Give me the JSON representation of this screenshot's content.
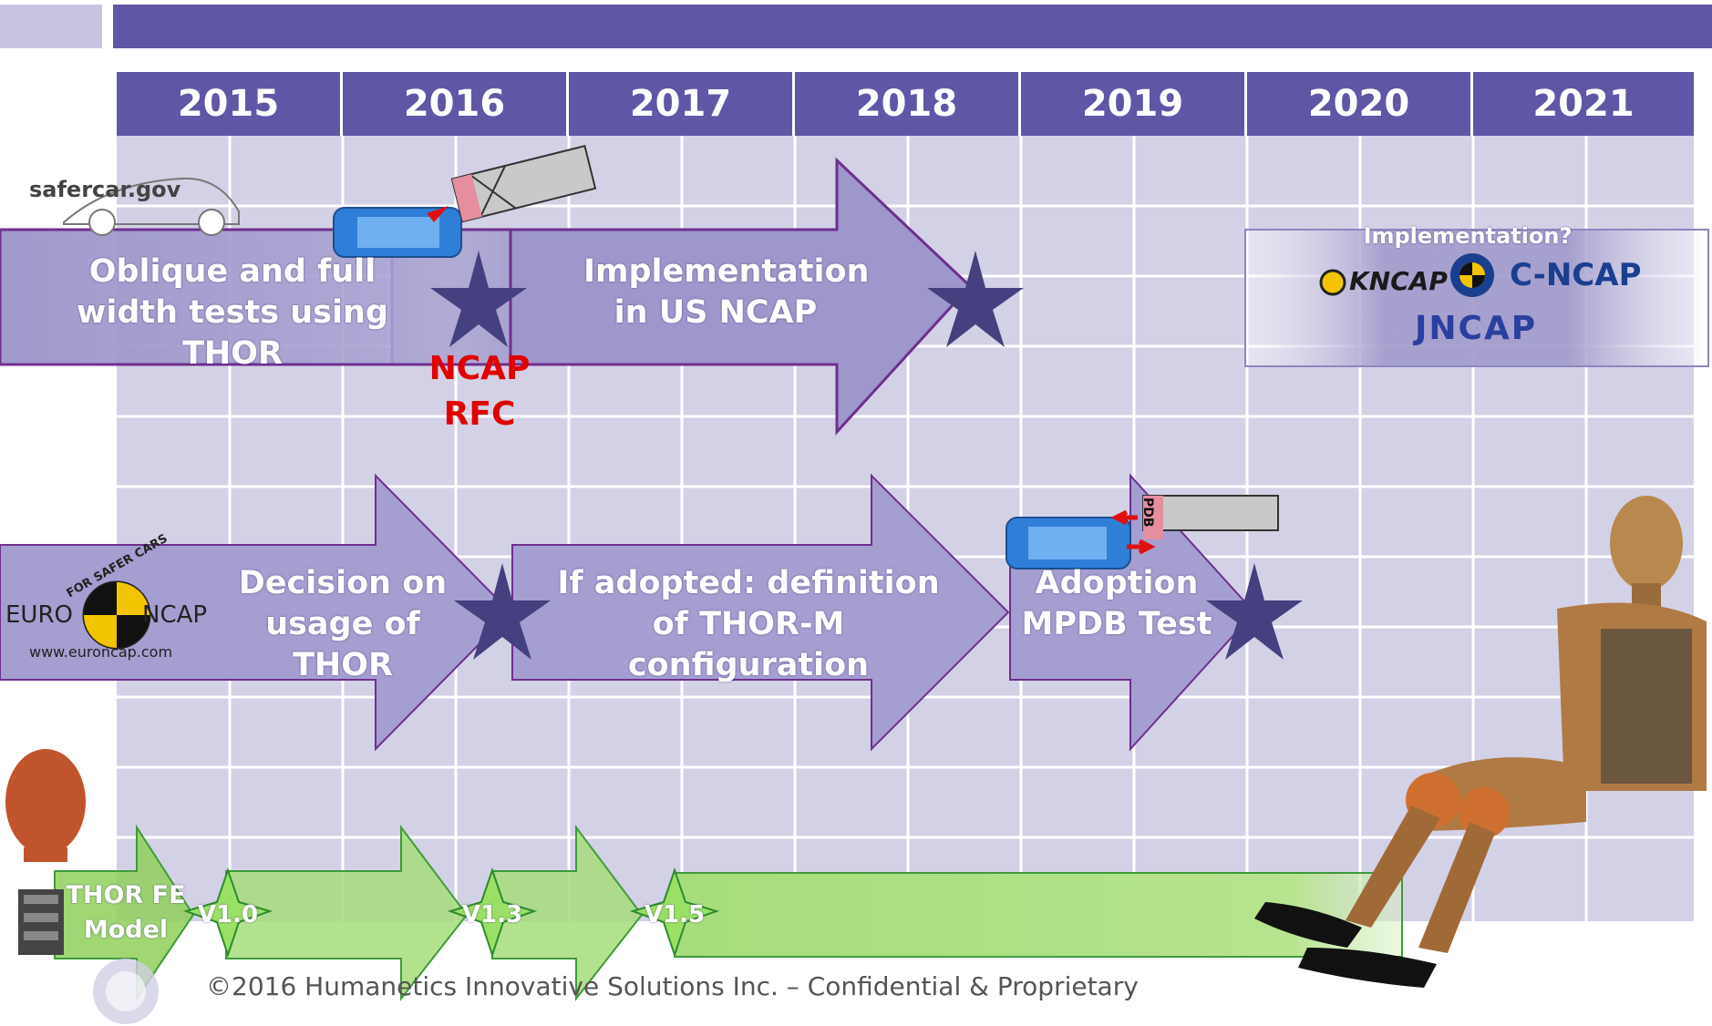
{
  "timeline": {
    "years": [
      "2015",
      "2016",
      "2017",
      "2018",
      "2019",
      "2020",
      "2021"
    ]
  },
  "us_track": {
    "logo_text": "safercar.gov",
    "arrow1_label": "Oblique and full width tests using THOR",
    "milestone_label": "NCAP RFC",
    "arrow2_label": "Implementation in US NCAP"
  },
  "asia_track": {
    "header": "Implementation?",
    "logos": [
      "KNCAP",
      "C-NCAP",
      "JNCAP"
    ]
  },
  "euro_track": {
    "logo_text_left": "EURO",
    "logo_text_right": "NCAP",
    "logo_arc": "FOR SAFER CARS",
    "logo_url": "www.euroncap.com",
    "arrow1_label": "Decision on usage of THOR",
    "arrow2_label": "If adopted: definition of THOR-M configuration",
    "arrow3_label": "Adoption MPDB Test",
    "barrier_label": "PDB"
  },
  "fe_track": {
    "label": "THOR FE Model",
    "versions": [
      "V1.0",
      "V1.3",
      "V1.5"
    ]
  },
  "footer": {
    "text": "©2016 Humanetics Innovative Solutions Inc.  – Confidential & Proprietary"
  },
  "colors": {
    "header_bar": "#5f57a6",
    "grid": "#d3d1e6",
    "arrow_fill": "#9b94c9",
    "arrow_stroke": "#6f2f8f",
    "star": "#45407f",
    "green": "#8fd05a",
    "rfc_red": "#e00000"
  }
}
